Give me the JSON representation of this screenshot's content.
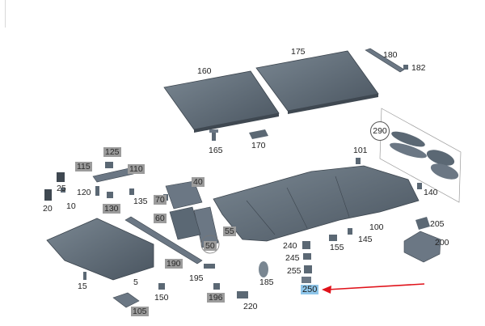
{
  "accent_color": "#e0121a",
  "highlight_color": "#8fc6ea",
  "tag_color": "#9c9c9c",
  "part_color": "#5b6874",
  "labels": {
    "p160": "160",
    "p175": "175",
    "p180": "180",
    "p182": "182",
    "p165": "165",
    "p170": "170",
    "p290": "290",
    "p101": "101",
    "p125": "125",
    "p115": "115",
    "p110": "110",
    "p120": "120",
    "p135": "135",
    "p130": "130",
    "p25": "25",
    "p20": "20",
    "p10": "10",
    "p40": "40",
    "p70": "70",
    "p60": "60",
    "p55": "55",
    "p50": "50",
    "p140": "140",
    "p100": "100",
    "p205": "205",
    "p200": "200",
    "p240": "240",
    "p155": "155",
    "p145": "145",
    "p245": "245",
    "p255": "255",
    "p250": "250",
    "p190": "190",
    "p195": "195",
    "p185": "185",
    "p15": "15",
    "p5": "5",
    "p150": "150",
    "p196": "196",
    "p220": "220",
    "p105": "105"
  }
}
